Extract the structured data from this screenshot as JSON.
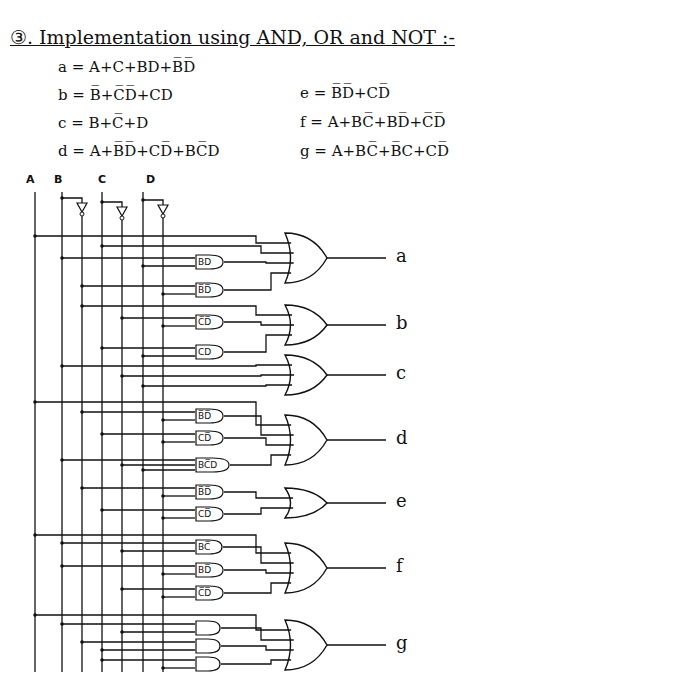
{
  "diagram": {
    "title": "③. Implementation using AND, OR and NOT :-",
    "nodes": [
      {
        "text": [
          "BD"
        ]
      },
      {
        "text": [
          "B̅D̅"
        ]
      },
      {
        "text": [
          "C̅D̅"
        ]
      },
      {
        "text": [
          "CD"
        ]
      },
      {
        "text": [
          "B̅D̅"
        ]
      },
      {
        "text": [
          "CD̅"
        ]
      },
      {
        "text": [
          "BC̅D"
        ]
      },
      {
        "text": [
          "B̅D̅"
        ]
      },
      {
        "text": [
          "CD̅"
        ]
      },
      {
        "text": [
          "BC̅"
        ]
      },
      {
        "text": [
          "BD̅"
        ]
      },
      {
        "text": [
          "C̅D̅"
        ]
      }
    ],
    "labels": [
      "a = A+C+BD+B̅D̅",
      "b = B̅+C̅D̅+CD",
      "c = B+C̅+D",
      "d = A+B̅D̅+CD̅+BC̅D",
      "e = B̅D̅+CD̅",
      "f = A+BC̅+BD̅+C̅D̅",
      "g = A+BC̅+B̅C+CD̅",
      "A",
      "B",
      "C",
      "D",
      "a",
      "b",
      "c",
      "d",
      "e",
      "f",
      "g"
    ]
  }
}
